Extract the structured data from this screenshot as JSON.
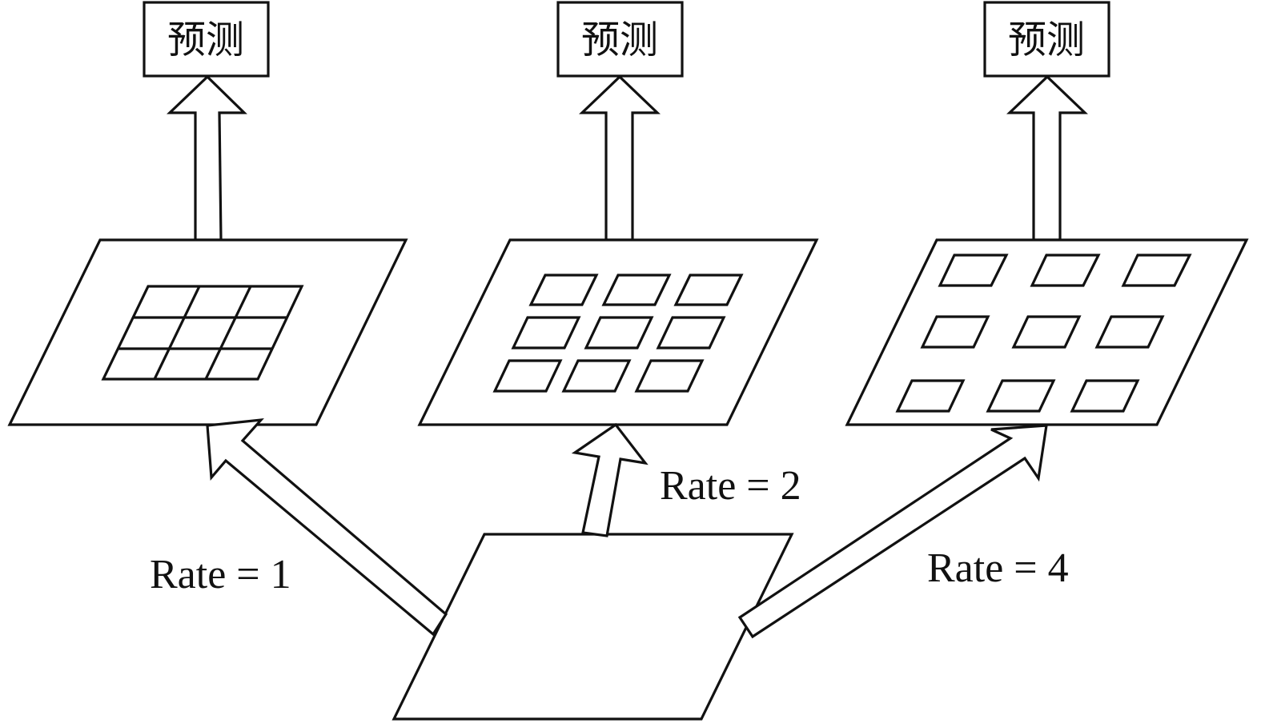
{
  "predict_label": "预测",
  "rates": [
    {
      "label": "Rate = 1",
      "value": 1
    },
    {
      "label": "Rate = 2",
      "value": 2
    },
    {
      "label": "Rate = 4",
      "value": 4
    }
  ]
}
